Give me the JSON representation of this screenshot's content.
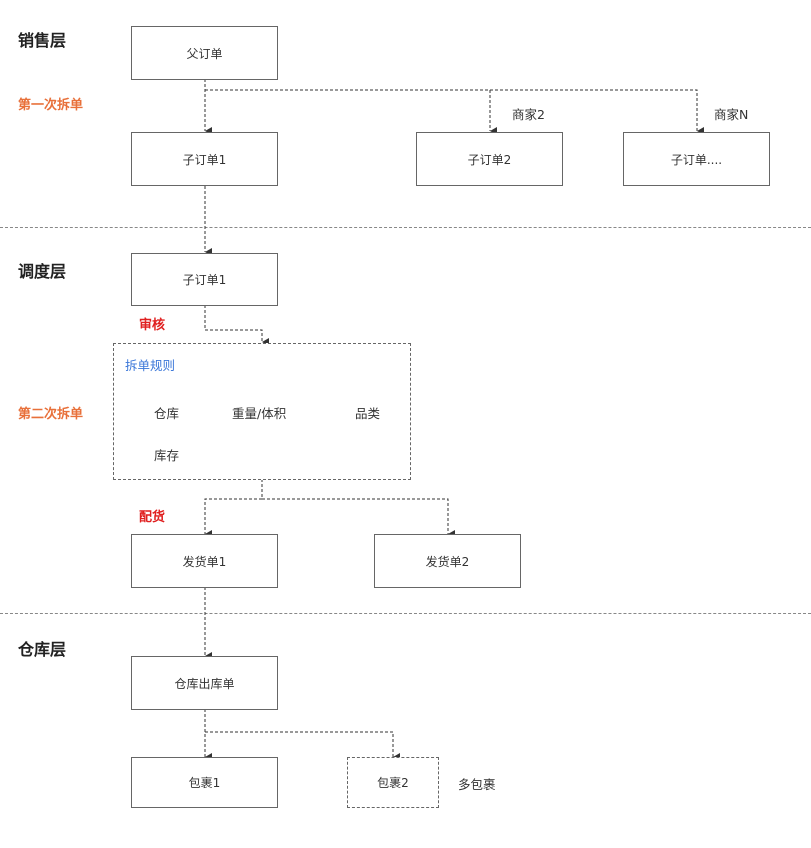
{
  "layers": {
    "sales": "销售层",
    "dispatch": "调度层",
    "warehouse": "仓库层"
  },
  "steps": {
    "first_split": "第一次拆单",
    "second_split": "第二次拆单",
    "audit": "审核",
    "allocate": "配货"
  },
  "nodes": {
    "parent_order": "父订单",
    "sub_order_1": "子订单1",
    "sub_order_2": "子订单2",
    "sub_order_n": "子订单....",
    "sub_order_1_dispatch": "子订单1",
    "ship_order_1": "发货单1",
    "ship_order_2": "发货单2",
    "warehouse_out_order": "仓库出库单",
    "package_1": "包裹1",
    "package_2": "包裹2"
  },
  "edge_labels": {
    "merchant_2": "商家2",
    "merchant_n": "商家N",
    "multi_package": "多包裹"
  },
  "split_rules": {
    "title": "拆单规则",
    "items": [
      "仓库",
      "重量/体积",
      "品类",
      "库存"
    ]
  },
  "colors": {
    "step_orange": "#e8703a",
    "step_red": "#e02020",
    "rules_blue": "#3a76d8",
    "line": "#333333"
  }
}
